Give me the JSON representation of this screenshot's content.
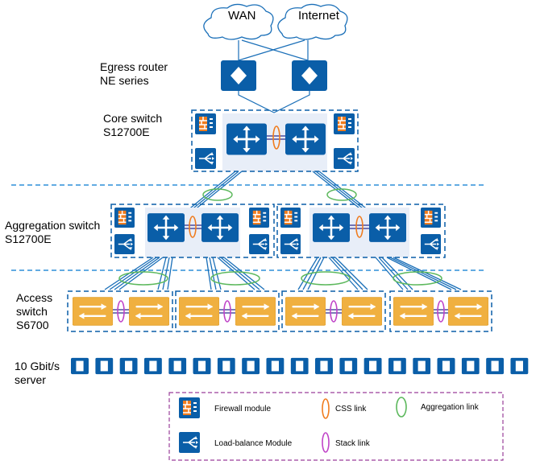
{
  "clouds": {
    "wan": "WAN",
    "internet": "Internet"
  },
  "labels": {
    "egress": "Egress router\nNE series",
    "core": "Core switch\nS12700E",
    "aggregation": "Aggregation switch\nS12700E",
    "access": "Access\nswitch\nS6700",
    "server": "10 Gbit/s\nserver"
  },
  "legend": {
    "firewall": "Firewall module",
    "load_balance": "Load-balance Module",
    "css_link": "CSS link",
    "stack_link": "Stack link",
    "aggregation_link": "Aggregation link"
  },
  "colors": {
    "device_blue": "#0a5ea8",
    "access_orange": "#f0b040",
    "css_ring": "#f07c1e",
    "stack_ring": "#c044c8",
    "aggregation_ring": "#5cb85c",
    "divider": "#2e8fd8",
    "link_blue": "#1a6fb8",
    "legend_border": "#9a3f9a"
  },
  "icons": [
    "cloud-icon",
    "router-icon",
    "switch-icon",
    "firewall-icon",
    "load-balance-icon",
    "server-icon"
  ],
  "server_count": 19
}
